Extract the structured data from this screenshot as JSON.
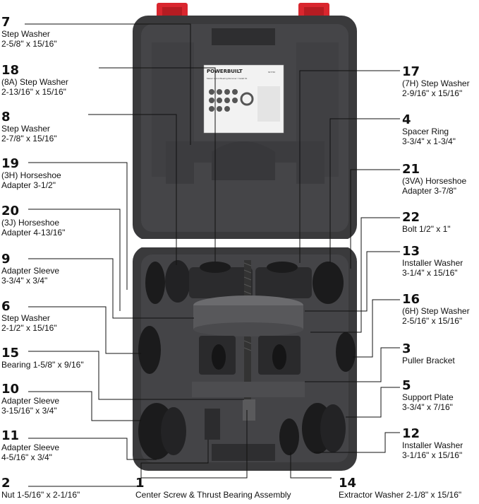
{
  "brand": "POWERBUILT",
  "label_card": {
    "part_no": "647740",
    "title": "Master Hub & Bearing Remover / Install Kit"
  },
  "callouts": [
    {
      "id": "c7",
      "num": "7",
      "lines": [
        "Step Washer",
        "2-5/8\" x 15/16\""
      ]
    },
    {
      "id": "c18",
      "num": "18",
      "lines": [
        "(8A) Step Washer",
        "2-13/16\" x 15/16\""
      ]
    },
    {
      "id": "c8",
      "num": "8",
      "lines": [
        "Step Washer",
        "2-7/8\" x 15/16\""
      ]
    },
    {
      "id": "c19",
      "num": "19",
      "lines": [
        "(3H) Horseshoe",
        "Adapter 3-1/2\""
      ]
    },
    {
      "id": "c20",
      "num": "20",
      "lines": [
        "(3J) Horseshoe",
        "Adapter 4-13/16\""
      ]
    },
    {
      "id": "c9",
      "num": "9",
      "lines": [
        "Adapter Sleeve",
        "3-3/4\" x 3/4\""
      ]
    },
    {
      "id": "c6",
      "num": "6",
      "lines": [
        "Step Washer",
        "2-1/2\" x 15/16\""
      ]
    },
    {
      "id": "c15",
      "num": "15",
      "lines": [
        "Bearing 1-5/8\" x 9/16\""
      ]
    },
    {
      "id": "c10",
      "num": "10",
      "lines": [
        "Adapter Sleeve",
        "3-15/16\" x 3/4\""
      ]
    },
    {
      "id": "c11",
      "num": "11",
      "lines": [
        "Adapter Sleeve",
        "4-5/16\" x 3/4\""
      ]
    },
    {
      "id": "c2",
      "num": "2",
      "lines": [
        "Nut 1-5/16\" x 2-1/16\""
      ]
    },
    {
      "id": "c1",
      "num": "1",
      "lines": [
        "Center Screw & Thrust Bearing Assembly"
      ]
    },
    {
      "id": "c14",
      "num": "14",
      "lines": [
        "Extractor Washer 2-1/8\" x 15/16\""
      ]
    },
    {
      "id": "c17",
      "num": "17",
      "lines": [
        "(7H) Step Washer",
        "2-9/16\" x 15/16\""
      ]
    },
    {
      "id": "c4",
      "num": "4",
      "lines": [
        "Spacer Ring",
        "3-3/4\" x 1-3/4\""
      ]
    },
    {
      "id": "c21",
      "num": "21",
      "lines": [
        "(3VA) Horseshoe",
        "Adapter 3-7/8\""
      ]
    },
    {
      "id": "c22",
      "num": "22",
      "lines": [
        "Bolt 1/2\" x 1\""
      ]
    },
    {
      "id": "c13",
      "num": "13",
      "lines": [
        "Installer Washer",
        "3-1/4\" x 15/16\""
      ]
    },
    {
      "id": "c16",
      "num": "16",
      "lines": [
        "(6H) Step Washer",
        "2-5/16\" x 15/16\""
      ]
    },
    {
      "id": "c3",
      "num": "3",
      "lines": [
        "Puller Bracket"
      ]
    },
    {
      "id": "c5",
      "num": "5",
      "lines": [
        "Support Plate",
        "3-3/4\" x 7/16\""
      ]
    },
    {
      "id": "c12",
      "num": "12",
      "lines": [
        "Installer Washer",
        "3-1/16\" x 15/16\""
      ]
    }
  ]
}
